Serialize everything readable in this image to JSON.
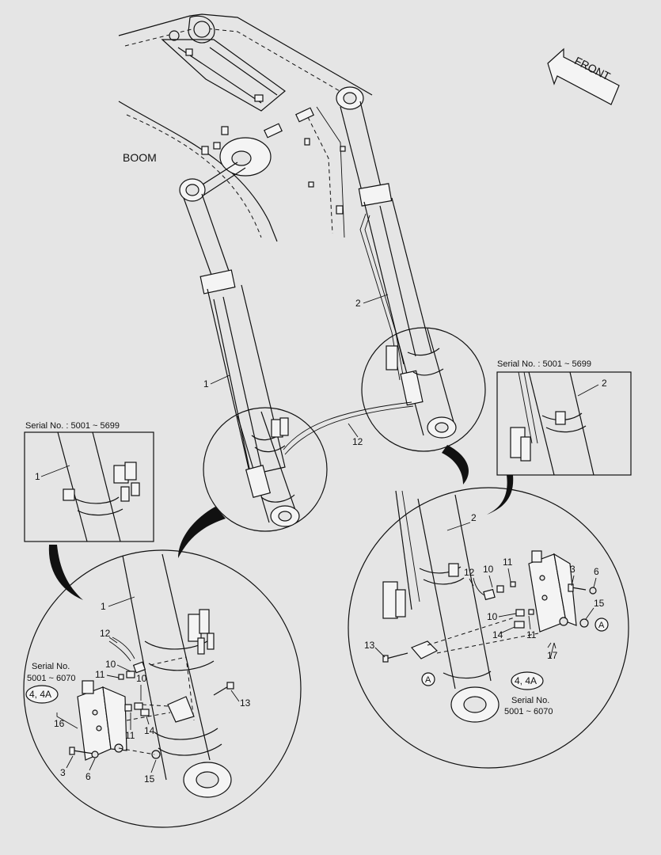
{
  "labels": {
    "boom": "BOOM",
    "front": "FRONT",
    "serial_top_left": "Serial No. : 5001 ~ 5699",
    "serial_top_right": "Serial No. : 5001 ~ 5699",
    "serial_bottom_left_line1": "Serial No.",
    "serial_bottom_left_line2": "5001 ~ 6070",
    "serial_bottom_right_line1": "Serial No.",
    "serial_bottom_right_line2": "5001 ~ 6070",
    "ref_oval_left": "4, 4A",
    "ref_oval_right": "4, 4A",
    "marker_a_left": "A",
    "marker_a_right": "A"
  },
  "callouts": {
    "main_1": "1",
    "main_2": "2",
    "main_12": "12",
    "inset_left_1": "1",
    "inset_right_2": "2",
    "bl_1": "1",
    "bl_12": "12",
    "bl_10a": "10",
    "bl_11a": "11",
    "bl_10b": "10",
    "bl_11b": "11",
    "bl_14": "14",
    "bl_13": "13",
    "bl_16": "16",
    "bl_3": "3",
    "bl_6": "6",
    "bl_15": "15",
    "br_2": "2",
    "br_12": "12",
    "br_10a": "10",
    "br_11a": "11",
    "br_3": "3",
    "br_6": "6",
    "br_15": "15",
    "br_10b": "10",
    "br_11b": "11",
    "br_14": "14",
    "br_13": "13",
    "br_17": "17"
  },
  "icons": {
    "front_arrow": "front-direction-arrow",
    "magnify_pointer": "magnify-pointer"
  }
}
